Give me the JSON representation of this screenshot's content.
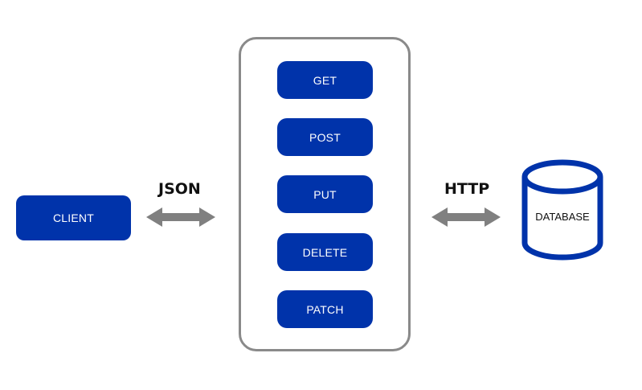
{
  "colors": {
    "node_fill": "#0033aa",
    "arrow": "#808080",
    "container_border": "#8a8a8a",
    "db_stroke": "#0033aa"
  },
  "client": {
    "label": "CLIENT"
  },
  "protocols": {
    "left": "JSON",
    "right": "HTTP"
  },
  "api": {
    "methods": [
      {
        "label": "GET"
      },
      {
        "label": "POST"
      },
      {
        "label": "PUT"
      },
      {
        "label": "DELETE"
      },
      {
        "label": "PATCH"
      }
    ]
  },
  "database": {
    "label": "DATABASE"
  }
}
